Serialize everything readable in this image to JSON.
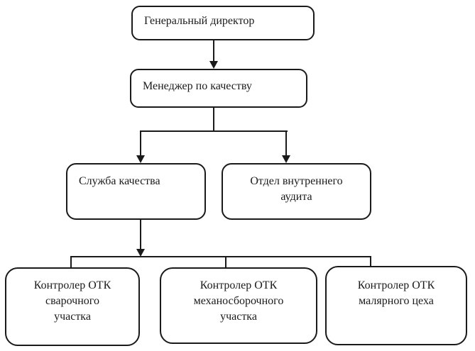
{
  "diagram": {
    "type": "org-chart",
    "background_color": "#ffffff",
    "stroke_color": "#1a1a1a",
    "nodes": {
      "general_director": {
        "label": "Генеральный директор",
        "lines": [
          "Генеральный директор"
        ]
      },
      "quality_manager": {
        "label": "Менеджер по качеству",
        "lines": [
          "Менеджер по качеству"
        ]
      },
      "quality_service": {
        "label": "Служба качества",
        "lines": [
          "Служба качества"
        ]
      },
      "internal_audit": {
        "label": "Отдел внутреннего аудита",
        "lines": [
          "Отдел внутреннего",
          "аудита"
        ]
      },
      "otk_welding": {
        "label": "Контролер ОТК сварочного участка",
        "lines": [
          "Контролер ОТК",
          "сварочного",
          "участка"
        ]
      },
      "otk_assembly": {
        "label": "Контролер ОТК механосборочного участка",
        "lines": [
          "Контролер ОТК",
          "механосборочного",
          "участка"
        ]
      },
      "otk_painting": {
        "label": "Контролер ОТК малярного цеха",
        "lines": [
          "Контролер ОТК",
          "малярного цеха"
        ]
      }
    },
    "edges": [
      {
        "from": "general_director",
        "to": "quality_manager",
        "arrow": true
      },
      {
        "from": "quality_manager",
        "to": "quality_service",
        "arrow": true
      },
      {
        "from": "quality_manager",
        "to": "internal_audit",
        "arrow": true
      },
      {
        "from": "quality_service",
        "to": "otk_welding",
        "arrow": false
      },
      {
        "from": "quality_service",
        "to": "otk_assembly",
        "arrow": false
      },
      {
        "from": "quality_service",
        "to": "otk_painting",
        "arrow": false
      }
    ]
  }
}
